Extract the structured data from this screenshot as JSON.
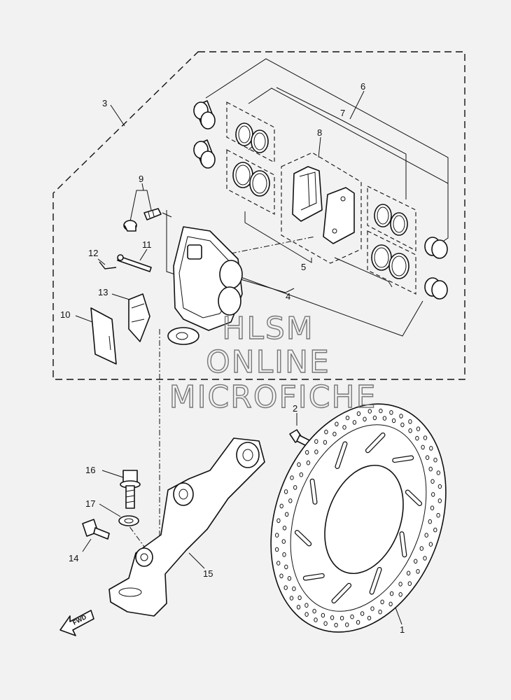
{
  "labels": {
    "p1": "1",
    "p2": "2",
    "p3": "3",
    "p4": "4",
    "p5": "5",
    "p6": "6",
    "p7": "7",
    "p8": "8",
    "p9": "9",
    "p10": "10",
    "p11": "11",
    "p12": "12",
    "p13": "13",
    "p14": "14",
    "p15": "15",
    "p16": "16",
    "p17": "17"
  },
  "watermark": {
    "line1": "HLSM",
    "line2": "ONLINE",
    "line3": "MICROFICHE"
  },
  "fwd_arrow": "FWD",
  "icons": [
    "fwd-arrow-icon"
  ]
}
